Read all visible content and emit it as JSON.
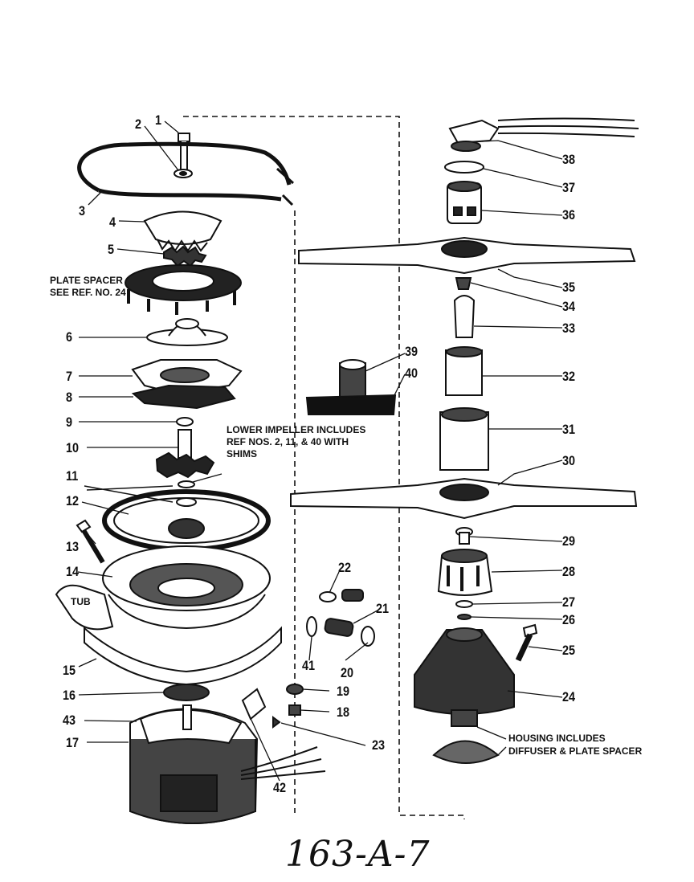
{
  "diagram": {
    "labels": {
      "p1": "1",
      "p2": "2",
      "p3": "3",
      "p4": "4",
      "p5": "5",
      "p6": "6",
      "p7": "7",
      "p8": "8",
      "p9": "9",
      "p10": "10",
      "p11": "11",
      "p12": "12",
      "p13": "13",
      "p14": "14",
      "p15": "15",
      "p16": "16",
      "p17": "17",
      "p18": "18",
      "p19": "19",
      "p20": "20",
      "p21": "21",
      "p22": "22",
      "p23": "23",
      "p24": "24",
      "p25": "25",
      "p26": "26",
      "p27": "27",
      "p28": "28",
      "p29": "29",
      "p30": "30",
      "p31": "31",
      "p32": "32",
      "p33": "33",
      "p34": "34",
      "p35": "35",
      "p36": "36",
      "p37": "37",
      "p38": "38",
      "p39": "39",
      "p40": "40",
      "p41": "41",
      "p42": "42",
      "p43": "43"
    },
    "notes": {
      "plate_spacer_line1": "PLATE SPACER",
      "plate_spacer_line2": "SEE REF. NO. 24",
      "lower_impeller_line1": "LOWER IMPELLER INCLUDES",
      "lower_impeller_line2": "REF NOS. 2, 11, & 40 WITH",
      "lower_impeller_line3": "SHIMS",
      "tub": "TUB",
      "housing_line1": "HOUSING INCLUDES",
      "housing_line2": "DIFFUSER & PLATE SPACER"
    },
    "handwritten_code": "163-A-7"
  }
}
